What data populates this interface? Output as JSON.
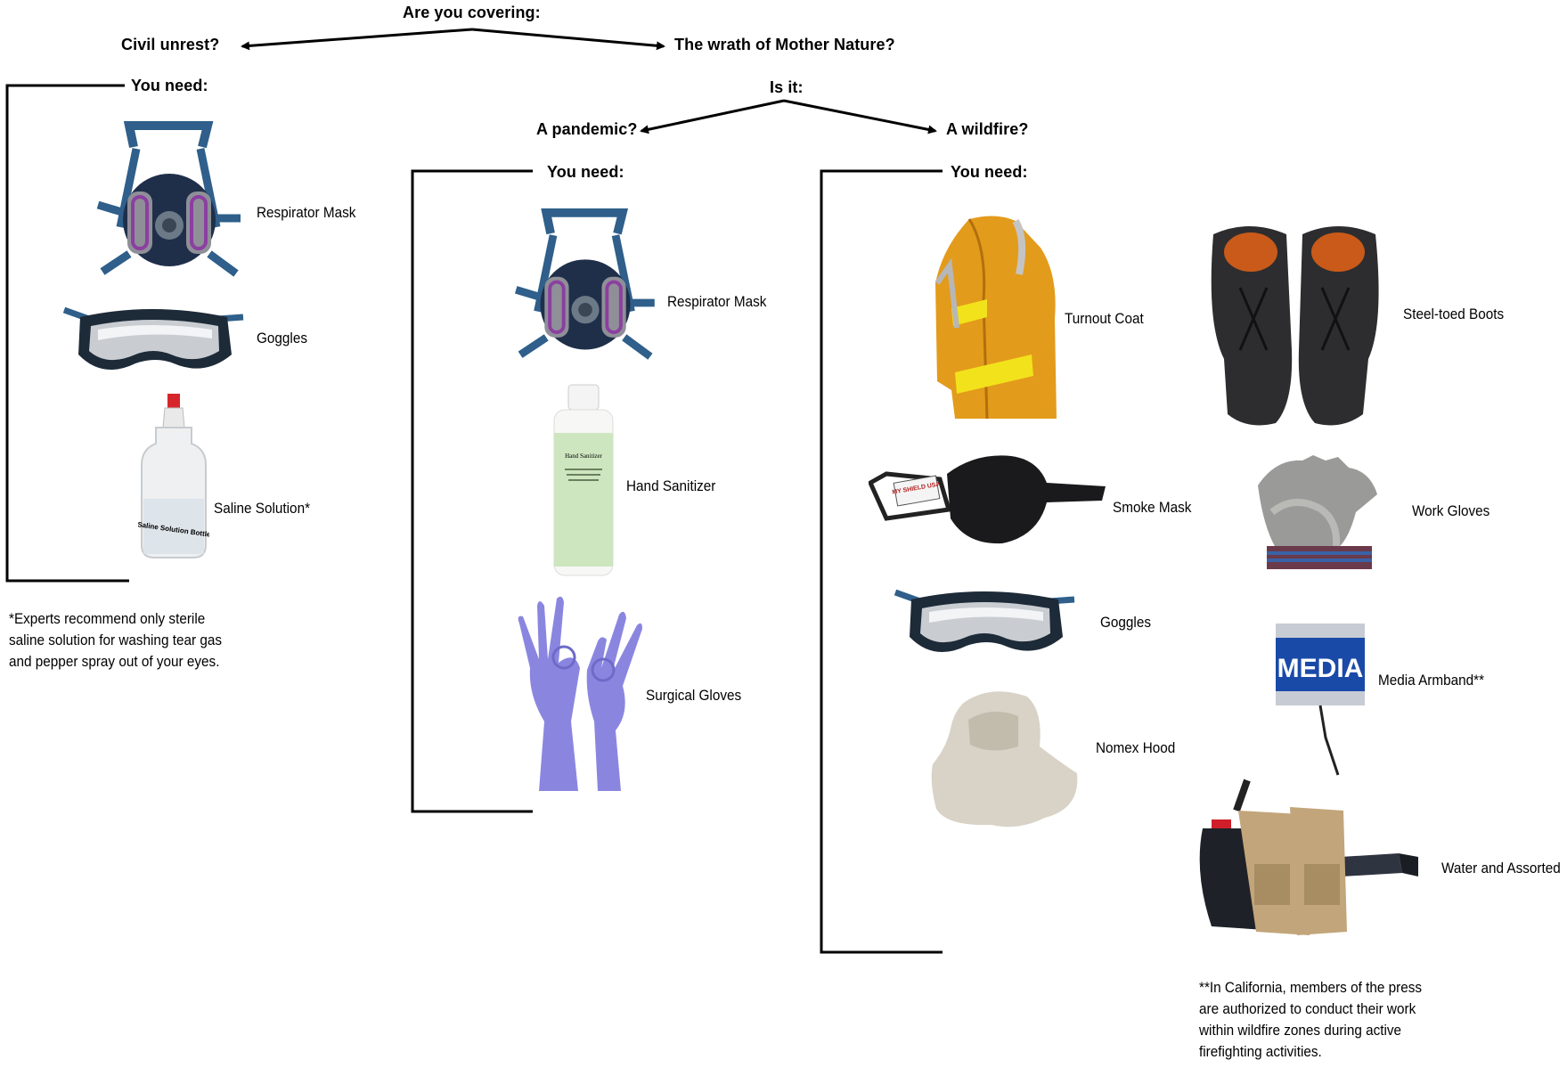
{
  "question_top": "Are you covering:",
  "option_civil": "Civil unrest?",
  "option_nature": "The wrath of Mother Nature?",
  "question_is_it": "Is it:",
  "option_pandemic": "A pandemic?",
  "option_wildfire": "A wildfire?",
  "you_need": "You need:",
  "civil": {
    "items": [
      "Respirator Mask",
      "Goggles",
      "Saline Solution*"
    ],
    "note": [
      "*Experts recommend only sterile",
      "saline solution for washing tear gas",
      "and pepper spray out of your eyes."
    ]
  },
  "pandemic": {
    "items": [
      "Respirator Mask",
      "Hand Sanitizer",
      "Surgical Gloves"
    ]
  },
  "wildfire": {
    "items": [
      "Turnout Coat",
      "Steel-toed Boots",
      "Smoke Mask",
      "Work Gloves",
      "Goggles",
      "Media Armband**",
      "Nomex Hood",
      "Water and Assorted"
    ],
    "note": [
      "**In California, members of the press",
      "are authorized to conduct their work",
      "within wildfire zones during active",
      "firefighting activities."
    ]
  },
  "image_text": {
    "saline_bottle": "Saline Solution Bottle",
    "sanitizer_bottle": "Hand Sanitizer",
    "smoke_mask_tag": "MY SHIELD USA",
    "armband": "MEDIA"
  },
  "colors": {
    "line": "#000000",
    "mask_blue": "#2f5f8a",
    "purple": "#8b3fa0",
    "coat": "#e39b1b",
    "glove_blue": "#8a86e0"
  }
}
